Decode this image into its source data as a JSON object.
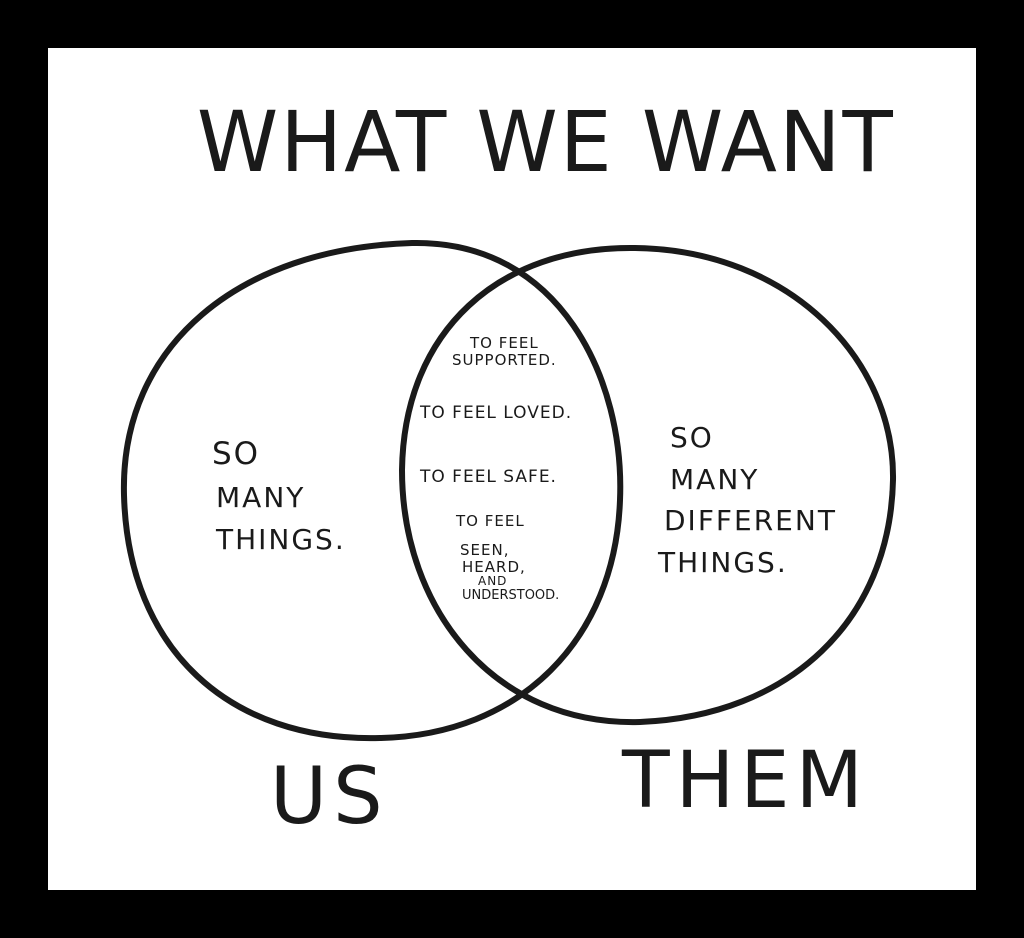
{
  "title": "WHAT WE WANT",
  "sets": {
    "left": {
      "label": "US",
      "unique_text": [
        "SO",
        "MANY",
        "THINGS."
      ]
    },
    "right": {
      "label": "THEM",
      "unique_text": [
        "SO",
        "MANY",
        "DIFFERENT",
        "THINGS."
      ]
    }
  },
  "overlap": {
    "supported": [
      "TO FEEL",
      "SUPPORTED."
    ],
    "loved": "TO FEEL LOVED.",
    "safe": "TO FEEL SAFE.",
    "seen": [
      "TO FEEL",
      "SEEN,",
      "HEARD,",
      "AND",
      "UNDERSTOOD."
    ]
  },
  "colors": {
    "frame": "#000000",
    "paper": "#ffffff",
    "ink": "#1a1a1a"
  }
}
